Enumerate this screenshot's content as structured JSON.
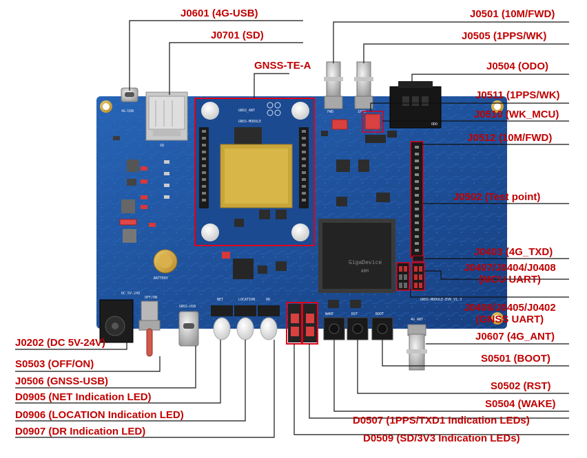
{
  "labels": {
    "j0601": "J0601 (4G-USB)",
    "j0701": "J0701 (SD)",
    "gnss_te_a": "GNSS-TE-A",
    "j0501": "J0501 (10M/FWD)",
    "j0505": "J0505 (1PPS/WK)",
    "j0504": "J0504 (ODO)",
    "j0511": "J0511 (1PPS/WK)",
    "j0510": "J0510 (WK_MCU)",
    "j0512": "J0512 (10M/FWD)",
    "j0502": "J0502 (Test point)",
    "j0403": "J0403 (4G_TXD)",
    "j0407_l1": "J0407/J0404/J0408",
    "j0407_l2": "(MCU UART)",
    "j0406_l1": "J0406/J0405/J0402",
    "j0406_l2": "(GNSS UART)",
    "j0607": "J0607 (4G_ANT)",
    "s0501": "S0501 (BOOT)",
    "s0502": "S0502 (RST)",
    "s0504": "S0504 (WAKE)",
    "d0507": "D0507 (1PPS/TXD1 Indication LEDs)",
    "d0509": "D0509 (SD/3V3 Indication LEDs)",
    "j0202": "J0202 (DC 5V-24V)",
    "s0503": "S0503 (OFF/ON)",
    "j0506": "J0506 (GNSS-USB)",
    "d0905": "D0905 (NET Indication LED)",
    "d0906": "D0906 (LOCATION Indication LED)",
    "d0907": "D0907 (DR Indication LED)"
  },
  "silk": {
    "gnss_ant": "GNSS_ANT",
    "gnss_module": "GNSS-MODULE",
    "board_name": "GNSS-MODULE-EVB_V1.3",
    "battery": "BATTERY",
    "dc": "DC 5V-24V",
    "offon": "OFF/ON",
    "gnss_usb": "GNSS-USB",
    "net": "NET",
    "location": "LOCATION",
    "dr": "DR",
    "odo": "ODO",
    "usb4g": "4G-USB",
    "sd": "SD",
    "boot": "BOOT",
    "rst": "RST",
    "wake": "WAKE",
    "ant4g": "4G_ANT",
    "mcu_brand": "GigaDevice",
    "mcu_arm": "ARM",
    "fwd": "FWD",
    "pps": "1PPS"
  },
  "colors": {
    "pcb": "#1f56a4",
    "pcb_dark": "#16407f",
    "callout": "#c00000",
    "highlight_box": "#e0001a"
  }
}
